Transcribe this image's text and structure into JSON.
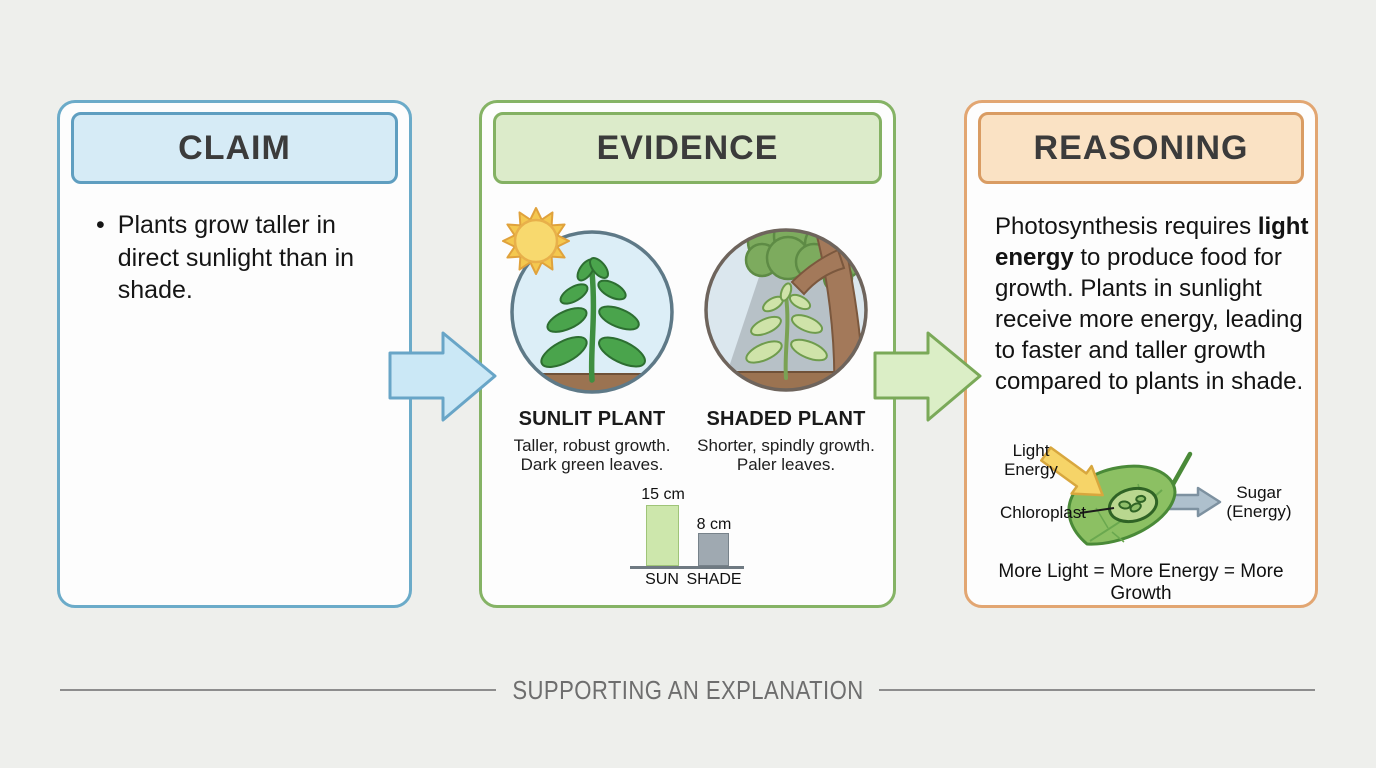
{
  "claim": {
    "title": "CLAIM",
    "bullet_marker": "•",
    "bullet_text": "Plants grow taller in direct sunlight than in shade."
  },
  "evidence": {
    "title": "EVIDENCE",
    "sunlit": {
      "heading": "SUNLIT PLANT",
      "line1": "Taller, robust growth.",
      "line2": "Dark green leaves."
    },
    "shaded": {
      "heading": "SHADED PLANT",
      "line1": "Shorter, spindly growth.",
      "line2": "Paler leaves."
    }
  },
  "chart_data": {
    "type": "bar",
    "categories": [
      "SUN",
      "SHADE"
    ],
    "values": [
      15,
      8
    ],
    "unit": "cm",
    "value_labels": [
      "15 cm",
      "8 cm"
    ],
    "bar_colors": [
      "#cde7ac",
      "#9fa9b1"
    ],
    "title": "",
    "ylim": [
      0,
      15
    ]
  },
  "reasoning": {
    "title": "REASONING",
    "paragraph": {
      "pre_bold": "Photosynthesis requires ",
      "bold": "light energy",
      "post_bold": " to produce food for growth. Plants in sunlight receive more energy, leading to faster and taller growth compared to plants in shade."
    },
    "diagram": {
      "light_label_line1": "Light",
      "light_label_line2": "Energy",
      "chloroplast_label": "Chloroplast",
      "sugar_label_line1": "Sugar",
      "sugar_label_line2": "(Energy)",
      "formula": "More Light = More Energy = More Growth"
    }
  },
  "footer": {
    "label": "SUPPORTING AN EXPLANATION"
  },
  "colors": {
    "background": "#eeefec",
    "panel_fill": "#fdfdfd",
    "claim_border": "#6babc9",
    "claim_header_fill": "#d6ebf6",
    "evidence_border": "#85b365",
    "evidence_header_fill": "#dcebca",
    "reasoning_border": "#e2a672",
    "reasoning_header_fill": "#fae2c4",
    "arrow_blue_fill": "#cbe8f6",
    "arrow_blue_stroke": "#68a5c7",
    "arrow_green_fill": "#dbeec6",
    "arrow_green_stroke": "#7aa958",
    "sun_yellow": "#f8d96e",
    "heading_text": "#3b3b3b",
    "footer_text": "#6e6e6e"
  }
}
